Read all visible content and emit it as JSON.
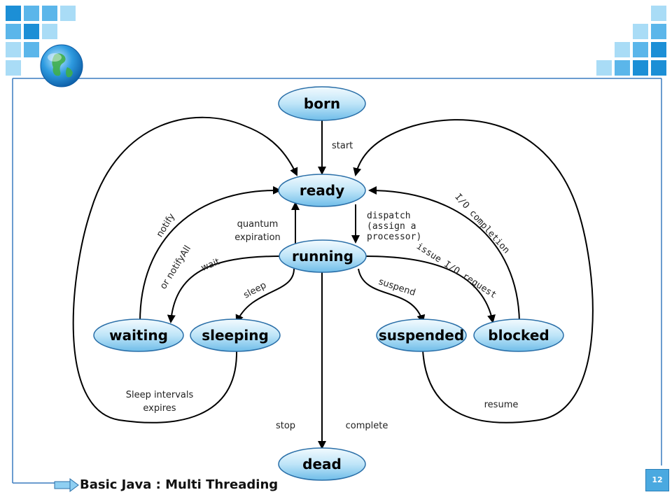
{
  "slide": {
    "footer_title": "Basic Java : Multi Threading",
    "page_number": "12"
  },
  "states": {
    "born": "born",
    "ready": "ready",
    "running": "running",
    "waiting": "waiting",
    "sleeping": "sleeping",
    "suspended": "suspended",
    "blocked": "blocked",
    "dead": "dead"
  },
  "transitions": {
    "start": "start",
    "quantum_1": "quantum",
    "quantum_2": "expiration",
    "dispatch_1": "dispatch",
    "dispatch_2": "(assign a",
    "dispatch_3": "processor)",
    "notify": "notify",
    "or_notifyall": "or notifyAll",
    "wait": "wait",
    "sleep": "sleep",
    "suspend": "suspend",
    "issue_io": "issue I/O request",
    "io_completion": "I/O completion",
    "sleep_intervals_1": "Sleep intervals",
    "sleep_intervals_2": "expires",
    "resume": "resume",
    "stop": "stop",
    "complete": "complete"
  },
  "colors": {
    "state_fill_top": "#eaf6fd",
    "state_fill_bottom": "#8fcff2",
    "state_stroke": "#2a6fa8",
    "frame_line": "#3a7bbf",
    "tile_dark": "#1c8fd6",
    "tile_mid": "#5bb6ea",
    "tile_light": "#a9dcf6"
  }
}
